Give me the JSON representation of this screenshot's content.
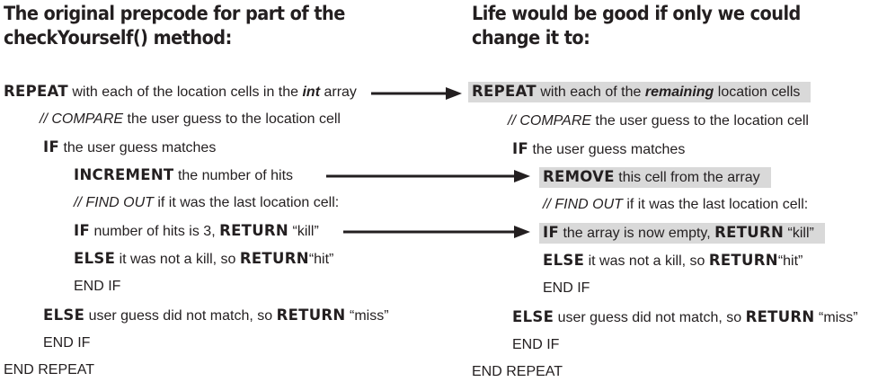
{
  "left": {
    "heading": [
      "The original prepcode for part of the",
      "checkYourself() method:"
    ],
    "lines": [
      {
        "kw": "REPEAT",
        "text": " with each of the location cells in the ",
        "emph": "int",
        "text2": " array"
      },
      {
        "pre": "// ",
        "cmt": "COMPARE",
        "text": " the user guess to the location cell"
      },
      {
        "kw": "IF",
        "text": " the user guess matches"
      },
      {
        "kw": "INCREMENT",
        "text": " the number of hits"
      },
      {
        "pre": "// ",
        "cmt": "FIND OUT",
        "text": " if it was the last location cell:"
      },
      {
        "text": "number of hits is 3, ",
        "kw": "IF",
        "kw2": "RETURN",
        "text2": " “kill”"
      },
      {
        "kw": "ELSE",
        "text": "  it was not a kill, so ",
        "kw2": "RETURN",
        "text2": "“hit”"
      },
      {
        "text": "END IF"
      },
      {
        "kw": "ELSE",
        "text": "  user guess did not match, so ",
        "kw2": "RETURN",
        "text2": " “miss”"
      },
      {
        "text": "END IF"
      },
      {
        "text": "END REPEAT"
      }
    ]
  },
  "right": {
    "heading": [
      "Life would be good if only we could",
      "change it to:"
    ],
    "lines": [
      {
        "kw": "REPEAT",
        "text": " with each of the ",
        "emph": "remaining",
        "text2": " location cells"
      },
      {
        "pre": "// ",
        "cmt": "COMPARE",
        "text": " the user guess to the location cell"
      },
      {
        "kw": "IF",
        "text": " the user guess matches"
      },
      {
        "kw": "REMOVE",
        "text": " this cell from the array"
      },
      {
        "pre": "// ",
        "cmt": "FIND OUT",
        "text": " if it was the last location cell:"
      },
      {
        "kw": "IF",
        "text": " the array is now empty, ",
        "kw2": "RETURN",
        "text2": " “kill”"
      },
      {
        "kw": "ELSE",
        "text": "  it was not a kill, so ",
        "kw2": "RETURN",
        "text2": "“hit”"
      },
      {
        "text": "END IF"
      },
      {
        "kw": "ELSE",
        "text": " user guess did not match, so ",
        "kw2": "RETURN",
        "text2": " “miss”"
      },
      {
        "text": "END IF"
      },
      {
        "text": "END REPEAT"
      }
    ]
  }
}
